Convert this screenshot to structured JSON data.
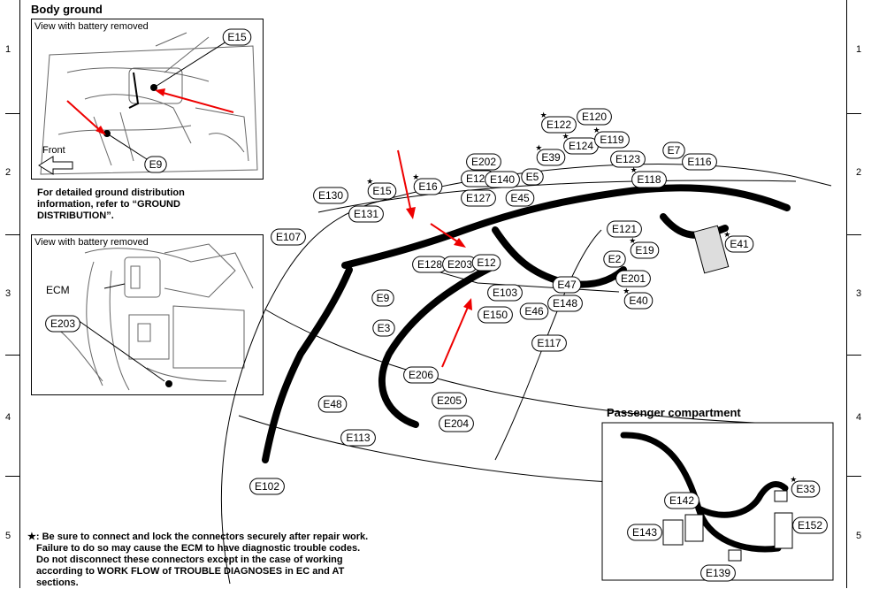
{
  "row_labels": [
    "1",
    "2",
    "3",
    "4",
    "5"
  ],
  "body_ground": {
    "title": "Body ground",
    "view1_label": "View with battery removed",
    "view2_label": "View with battery removed",
    "ecm_label": "ECM",
    "front_label": "Front",
    "ground_note": "For detailed ground distribution information, refer to “GROUND DISTRIBUTION”."
  },
  "passenger": {
    "title": "Passenger compartment"
  },
  "footnote": {
    "star": "★",
    "lines": [
      ": Be sure to connect and lock the connectors securely after repair work.",
      "Failure to do so may cause the ECM to have diagnostic trouble codes.",
      "Do not disconnect these connectors except in the case of working",
      "according to WORK FLOW of TROUBLE DIAGNOSES in EC and AT",
      "sections."
    ]
  },
  "connectors": [
    {
      "id": "E15",
      "star": false
    },
    {
      "id": "E9",
      "star": false
    },
    {
      "id": "E203",
      "star": false
    },
    {
      "id": "E130",
      "star": false
    },
    {
      "id": "E131",
      "star": false
    },
    {
      "id": "E107",
      "star": false
    },
    {
      "id": "E3",
      "star": false
    },
    {
      "id": "E15",
      "star": true
    },
    {
      "id": "E16",
      "star": true
    },
    {
      "id": "E129",
      "star": false
    },
    {
      "id": "E127",
      "star": false
    },
    {
      "id": "E202",
      "star": false
    },
    {
      "id": "E140",
      "star": false
    },
    {
      "id": "E5",
      "star": false
    },
    {
      "id": "E45",
      "star": false
    },
    {
      "id": "E122",
      "star": true
    },
    {
      "id": "E124",
      "star": true
    },
    {
      "id": "E39",
      "star": true
    },
    {
      "id": "E120",
      "star": false
    },
    {
      "id": "E119",
      "star": true
    },
    {
      "id": "E123",
      "star": false
    },
    {
      "id": "E118",
      "star": true
    },
    {
      "id": "E7",
      "star": false
    },
    {
      "id": "E116",
      "star": false
    },
    {
      "id": "E121",
      "star": false
    },
    {
      "id": "E19",
      "star": true
    },
    {
      "id": "E41",
      "star": true
    },
    {
      "id": "E128",
      "star": false
    },
    {
      "id": "E203",
      "star": false
    },
    {
      "id": "E12",
      "star": false
    },
    {
      "id": "E2",
      "star": false
    },
    {
      "id": "E201",
      "star": false
    },
    {
      "id": "E47",
      "star": false
    },
    {
      "id": "E103",
      "star": false
    },
    {
      "id": "E40",
      "star": true
    },
    {
      "id": "E148",
      "star": false
    },
    {
      "id": "E46",
      "star": false
    },
    {
      "id": "E150",
      "star": false
    },
    {
      "id": "E117",
      "star": false
    },
    {
      "id": "E9",
      "star": false
    },
    {
      "id": "E206",
      "star": false
    },
    {
      "id": "E205",
      "star": false
    },
    {
      "id": "E204",
      "star": false
    },
    {
      "id": "E48",
      "star": false
    },
    {
      "id": "E113",
      "star": false
    },
    {
      "id": "E102",
      "star": false
    },
    {
      "id": "E33",
      "star": true
    },
    {
      "id": "E142",
      "star": false
    },
    {
      "id": "E143",
      "star": false
    },
    {
      "id": "E152",
      "star": false
    },
    {
      "id": "E139",
      "star": false
    }
  ]
}
